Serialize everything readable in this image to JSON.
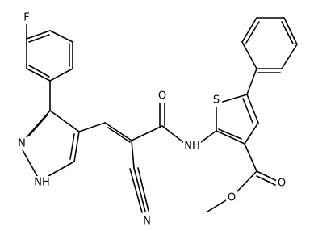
{
  "molecule": {
    "atom_labels": {
      "fluorine": "F",
      "pyrazole_n": "N",
      "pyrazole_nh": "NH",
      "nitrile_n": "N",
      "amide_o": "O",
      "amide_nh": "NH",
      "thiophene_s": "S",
      "ester_carbonyl_o": "O",
      "ester_ether_o": "O"
    },
    "colors": {
      "bond": "#000000",
      "label": "#000000",
      "background": "#ffffff"
    }
  }
}
